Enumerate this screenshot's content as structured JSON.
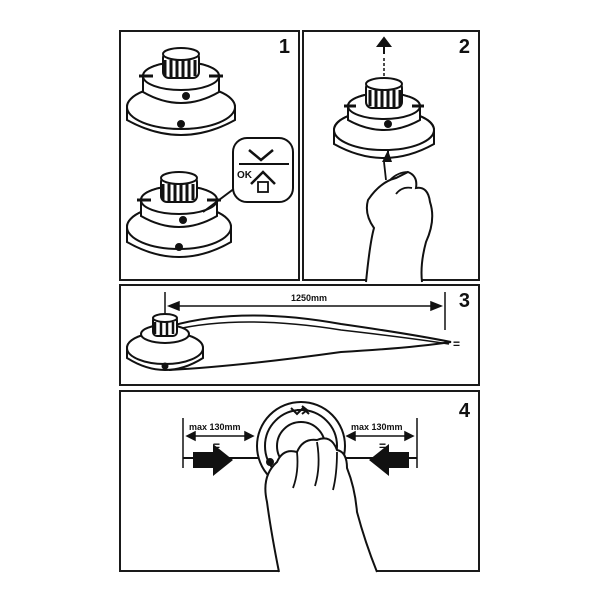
{
  "steps": [
    {
      "number": "1",
      "callout": "OK"
    },
    {
      "number": "2"
    },
    {
      "number": "3",
      "measure": "1250mm",
      "mark": "="
    },
    {
      "number": "4",
      "left_measure": "max 130mm",
      "right_measure": "max 130mm",
      "mark": "="
    }
  ]
}
